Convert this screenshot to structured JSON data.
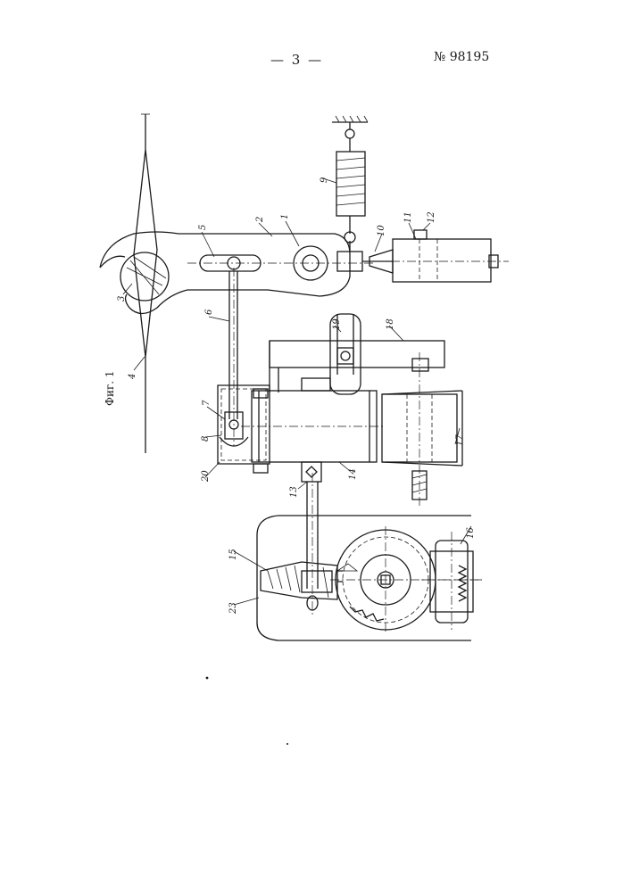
{
  "header": {
    "page_number": "— 3 —",
    "patent_number": "№ 98195"
  },
  "figure": {
    "caption": "Фиг. 1",
    "labels": {
      "l1": "1",
      "l2": "2",
      "l3": "3",
      "l4": "4",
      "l5": "5",
      "l6": "6",
      "l7": "7",
      "l8": "8",
      "l9": "9",
      "l10": "10",
      "l11": "11",
      "l12": "12",
      "l13": "13",
      "l14": "14",
      "l15": "15",
      "l16": "16",
      "l17": "17",
      "l18": "18",
      "l19": "19",
      "l20": "20",
      "l23": "23"
    }
  }
}
